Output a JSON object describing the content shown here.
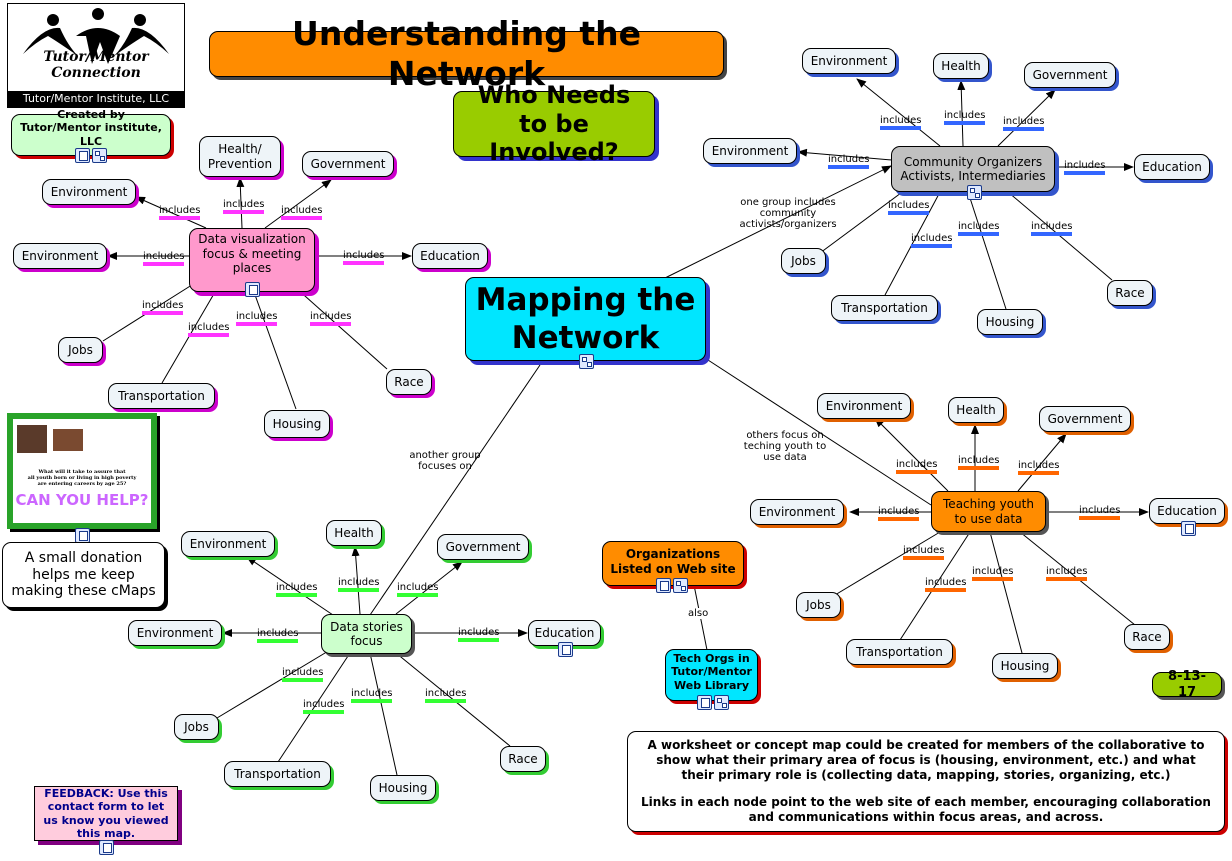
{
  "title": "Understanding the Network",
  "subtitle": "Who Needs to be Involved?",
  "date": "8-13-17",
  "logo": {
    "name_line1": "Tutor/Mentor",
    "name_line2": "Connection",
    "org": "Tutor/Mentor Institute, LLC"
  },
  "created_by": "Created by Tutor/Mentor institute, LLC",
  "center": "Mapping the Network",
  "data_viz": {
    "hub": "Data visualization focus & meeting places",
    "nodes": [
      "Health/ Prevention",
      "Government",
      "Environment",
      "Environment",
      "Education",
      "Jobs",
      "Transportation",
      "Housing",
      "Race"
    ]
  },
  "community": {
    "hub": "Community Organizers Activists, Intermediaries",
    "nodes": [
      "Environment",
      "Health",
      "Government",
      "Environment",
      "Education",
      "Jobs",
      "Transportation",
      "Housing",
      "Race"
    ]
  },
  "teaching": {
    "hub": "Teaching youth to use data",
    "nodes": [
      "Environment",
      "Health",
      "Government",
      "Environment",
      "Education",
      "Jobs",
      "Transportation",
      "Housing",
      "Race"
    ]
  },
  "stories": {
    "hub": "Data stories focus",
    "nodes": [
      "Environment",
      "Health",
      "Government",
      "Environment",
      "Education",
      "Jobs",
      "Transportation",
      "Housing",
      "Race"
    ]
  },
  "includes": "includes",
  "link_labels": {
    "community": "one group includes community activists/organizers",
    "teaching": "others focus on teching youth to use data",
    "stories": "another group focuses on",
    "also": "also"
  },
  "orgs": "Organizations Listed on Web site",
  "tech_orgs": "Tech Orgs in Tutor/Mentor Web Library",
  "donation": "A small donation helps me keep making these cMaps",
  "poster": {
    "line1": "What will it take to assure that",
    "line2": "all youth born or living in high poverty",
    "line3": "are entering careers by age 25?",
    "cta": "CAN YOU HELP?"
  },
  "feedback": "FEEDBACK: Use this contact form to let us know you viewed this map.",
  "note_line1": "A worksheet or concept map could be created for members of the collaborative to show what their primary area of focus is (housing, environment, etc.) and what their primary role is (collecting data, mapping, stories, organizing, etc.)",
  "note_line2": "Links in each node point to the web site of each member, encouraging collaboration and communications within focus areas, and across.",
  "colors": {
    "orange": "#ff8c00",
    "pink": "#ff99cc",
    "cyan": "#00e6ff",
    "gray": "#c0c0c0",
    "lightgreen": "#ccffcc",
    "olive": "#99cc00",
    "node": "#eef4f8"
  }
}
